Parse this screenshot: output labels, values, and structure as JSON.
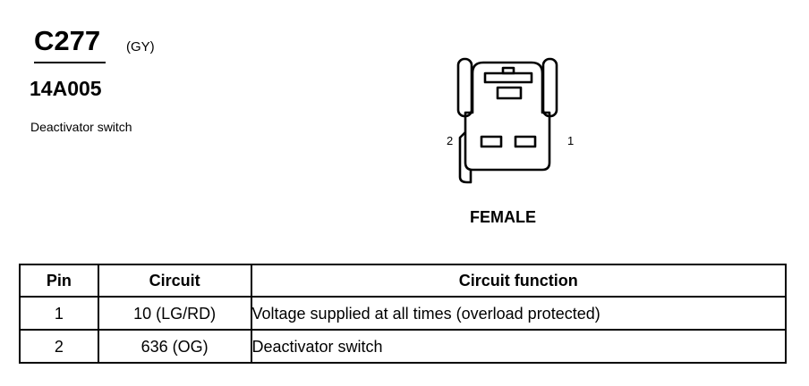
{
  "connector": {
    "id": "C277",
    "color_code": "(GY)",
    "part_number": "14A005",
    "description": "Deactivator switch"
  },
  "drawing": {
    "pin_label_left": "2",
    "pin_label_right": "1",
    "gender": "FEMALE"
  },
  "table": {
    "headers": [
      "Pin",
      "Circuit",
      "Circuit function"
    ],
    "rows": [
      [
        "1",
        "10 (LG/RD)",
        "Voltage supplied at all times (overload protected)"
      ],
      [
        "2",
        "636 (OG)",
        "Deactivator switch"
      ]
    ]
  }
}
